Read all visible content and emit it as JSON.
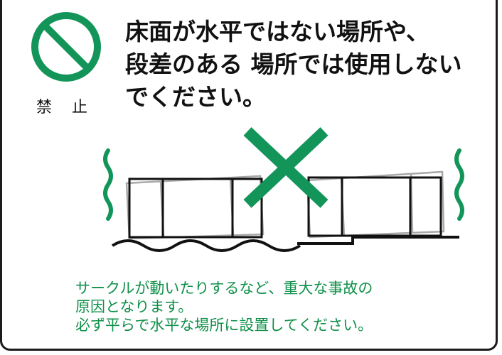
{
  "colors": {
    "accent_green": "#13955a",
    "text_dark": "#111111",
    "note_green": "#10904a",
    "frame_gray": "#a8a8a8"
  },
  "prohibition": {
    "icon": "no-entry-icon",
    "label": "禁止"
  },
  "headline": {
    "lines": [
      "床面が水平ではない場所や、",
      "段差のある 場所では使用しない",
      "でください。"
    ]
  },
  "illustration": {
    "mark": "cross-icon"
  },
  "notes": {
    "lines": [
      "サークルが動いたりするなど、重大な事故の",
      "原因となります。",
      "必ず平らで水平な場所に設置してください。"
    ]
  }
}
